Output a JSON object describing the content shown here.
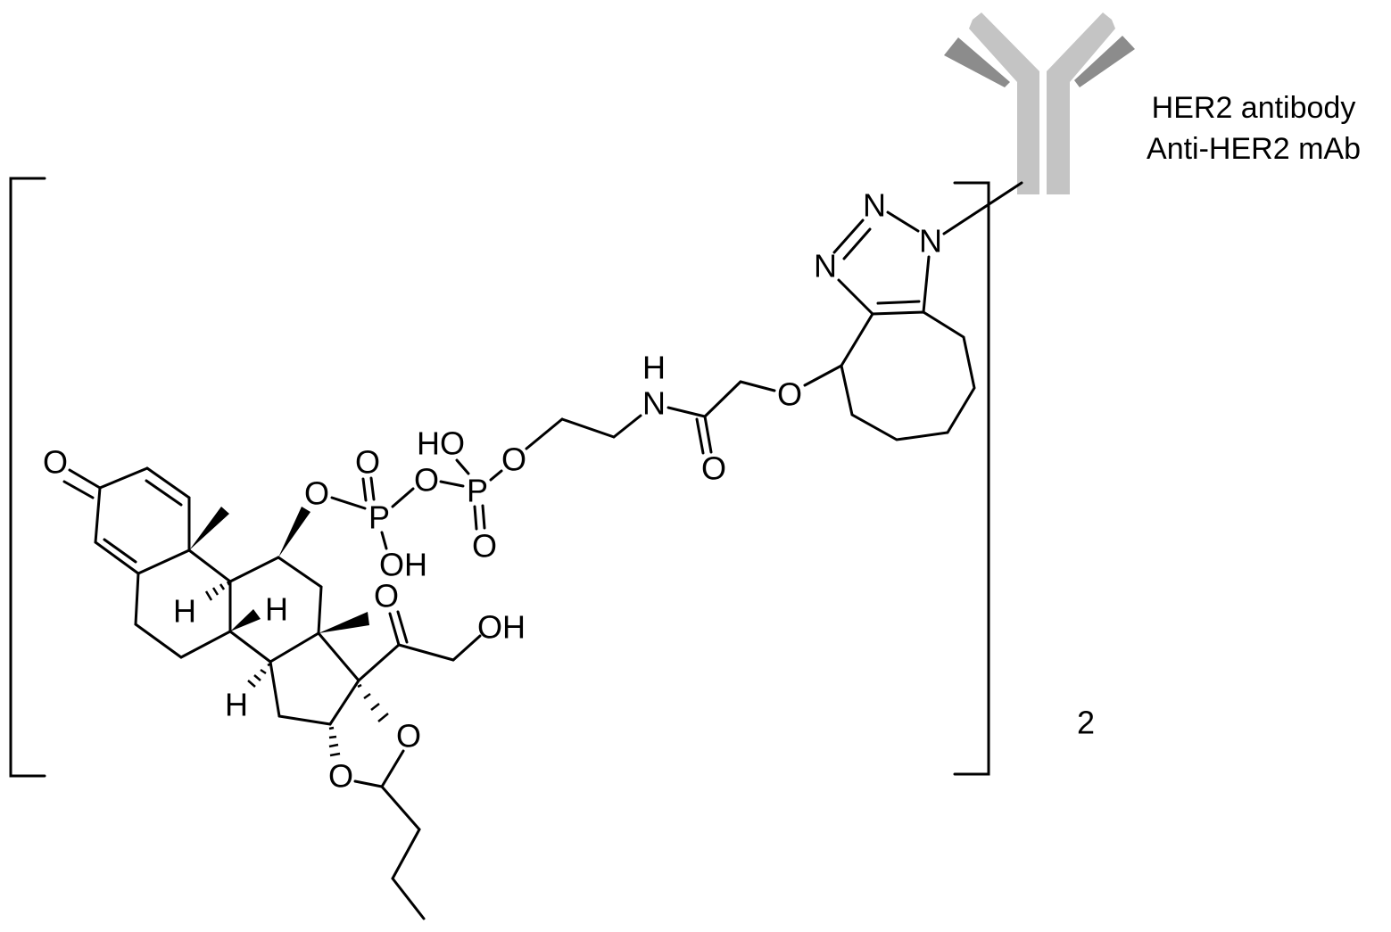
{
  "atoms": [
    "O",
    "O",
    "P",
    "O",
    "OH",
    "O",
    "P",
    "HO",
    "O",
    "O",
    "N",
    "H",
    "O",
    "O",
    "N",
    "N",
    "N",
    "H",
    "H",
    "H",
    "O",
    "OH",
    "O",
    "O"
  ],
  "subscript": "2",
  "antibody_label_1": "HER2 antibody",
  "antibody_label_2": "Anti-HER2 mAb",
  "colors": {
    "antibody_light": "#c4c4c4",
    "antibody_dark": "#8c8c8c"
  }
}
